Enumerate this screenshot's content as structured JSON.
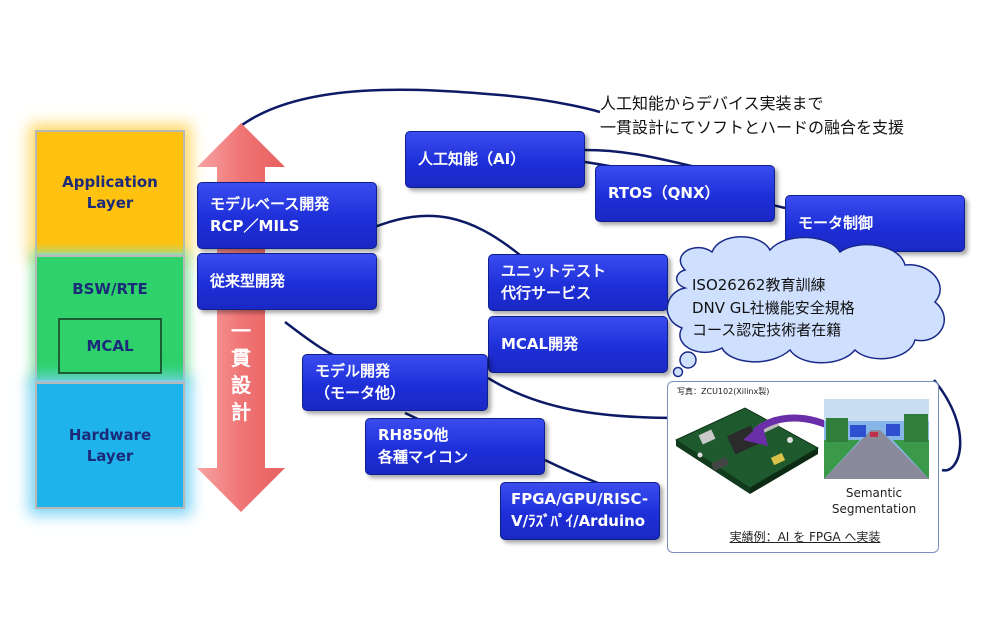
{
  "layers": {
    "application": "Application\nLayer",
    "bsw": "BSW/RTE",
    "mcal": "MCAL",
    "hardware": "Hardware\nLayer"
  },
  "arrow": {
    "label_chars": [
      "一",
      "貫",
      "設",
      "計"
    ]
  },
  "caption": "人工知能からデバイス実装まで\n一貫設計にてソフトとハードの融合を支援",
  "boxes": {
    "ai": "人工知能（AI）",
    "rtos": "RTOS（QNX）",
    "motor_control": "モータ制御",
    "model_based": "モデルベース開発\nRCP／MILS",
    "conventional": "従来型開発",
    "unit_test": "ユニットテスト\n代行サービス",
    "mcal_dev": "MCAL開発",
    "model_dev": "モデル開発\n（モータ他）",
    "rh850": "RH850他\n各種マイコン",
    "fpga": "FPGA/GPU/RISC-\nV/ﾗｽﾞﾊﾟｲ/Arduino"
  },
  "cloud": "ISO26262教育訓練\nDNV GL社機能安全規格\nコース認定技術者在籍",
  "photo": {
    "label": "写真：ZCU102(Xilinx製)",
    "segmentation": "Semantic\nSegmentation",
    "example": "実績例：AI を FPGA へ実装"
  },
  "colors": {
    "box_blue": "#1e2fd8",
    "application_layer": "#ffc20e",
    "bsw_layer": "#2ed16a",
    "hardware_layer": "#1eb3ea",
    "arrow": "#f07f7f",
    "connector": "#0d1a66"
  }
}
